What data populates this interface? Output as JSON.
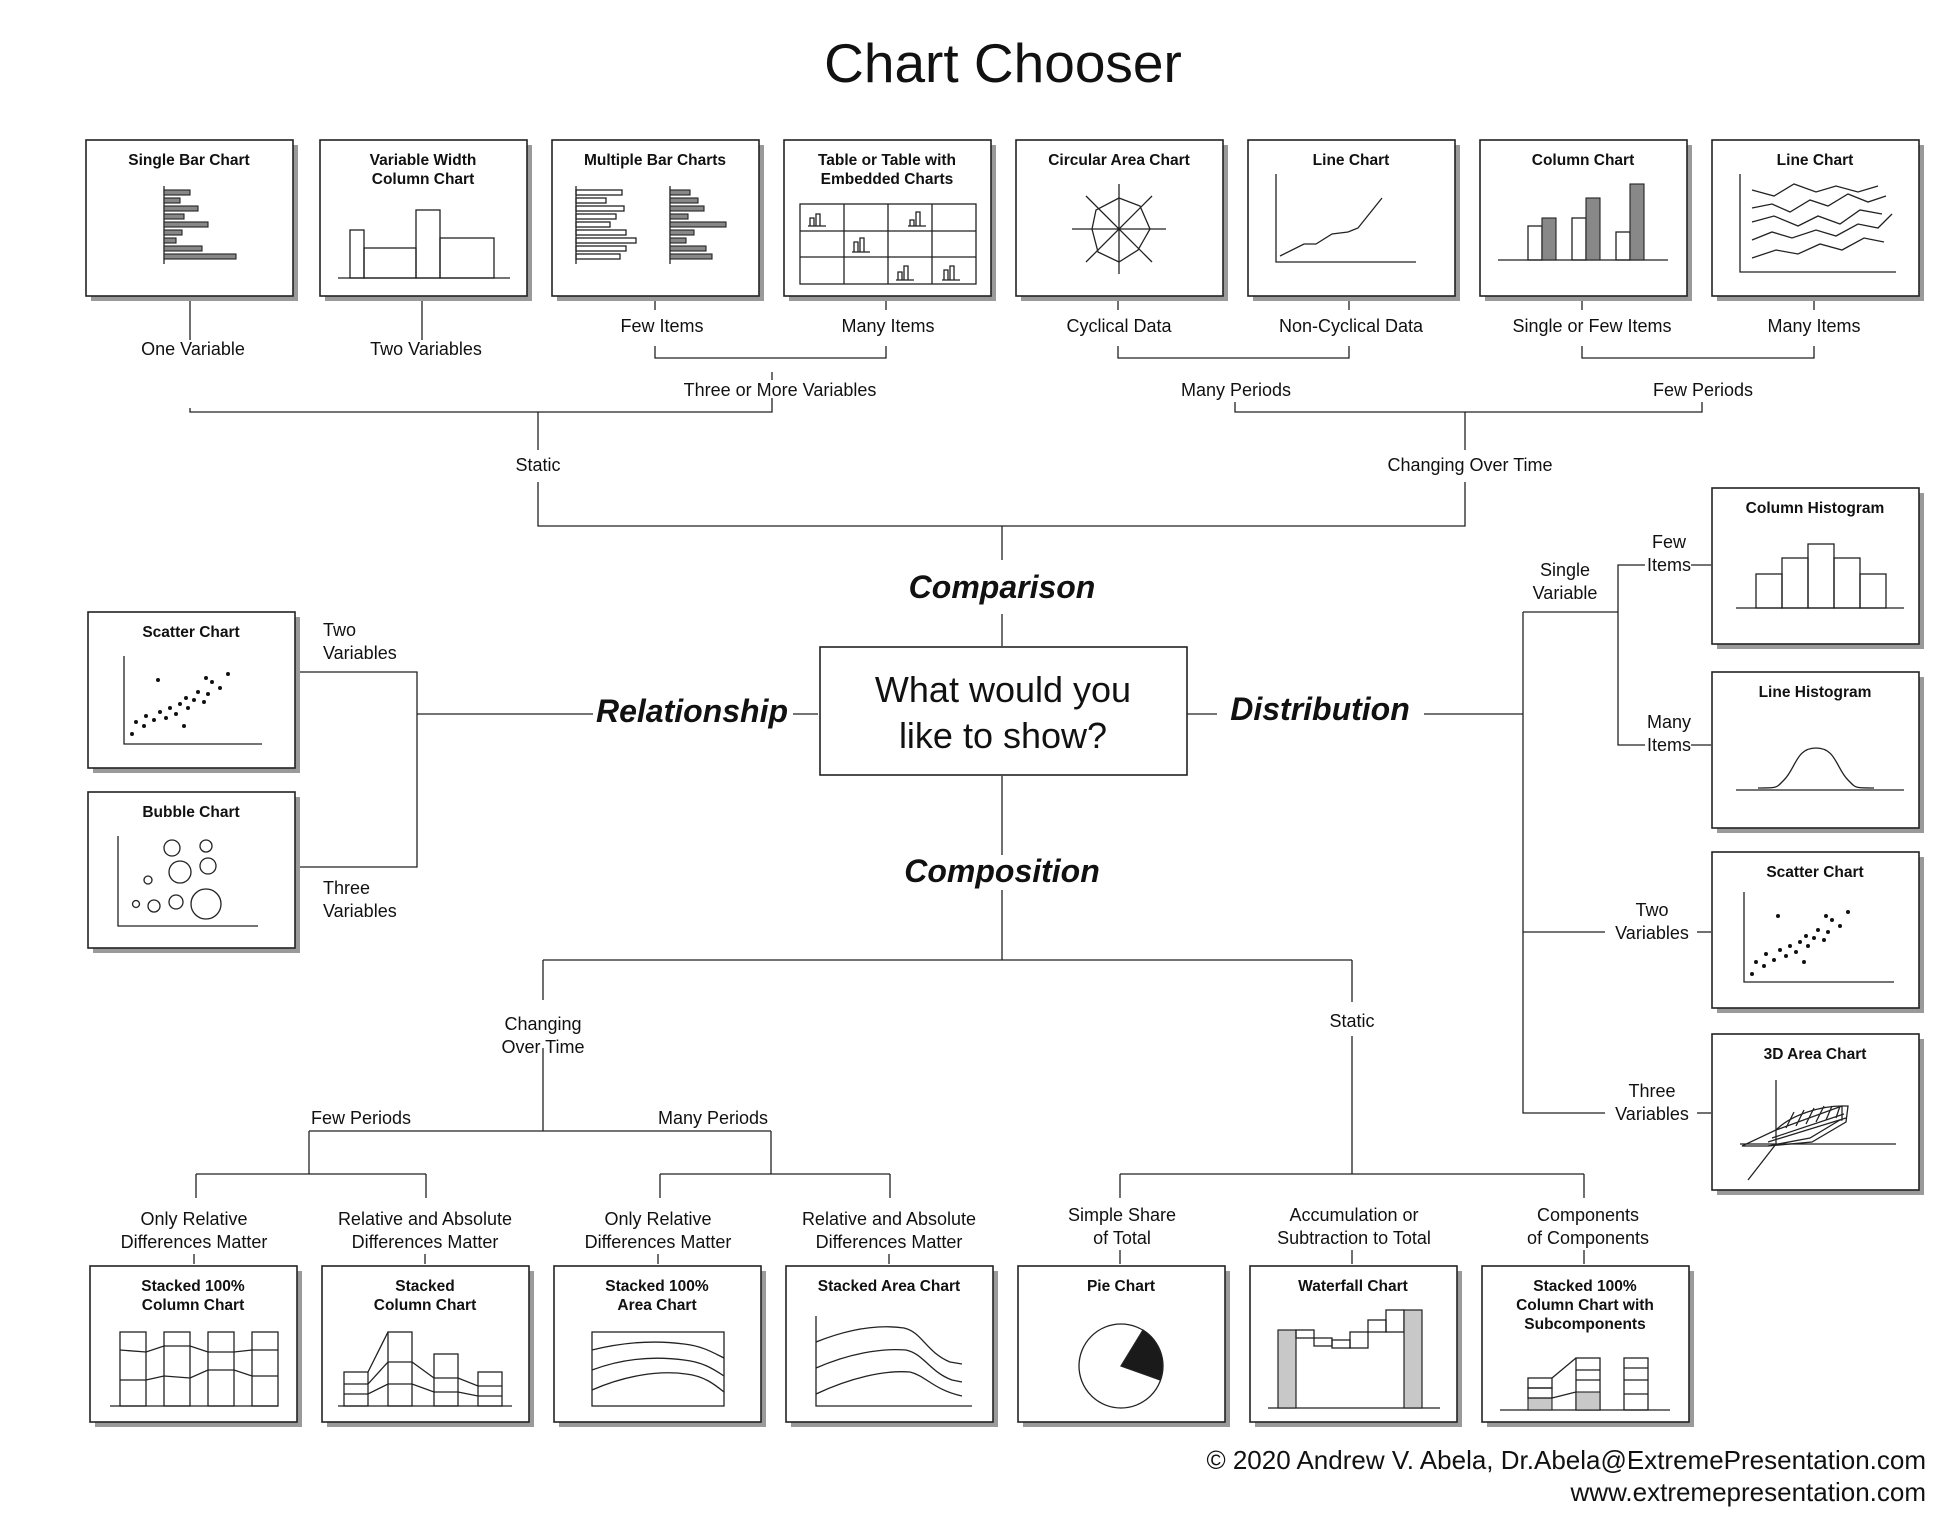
{
  "title": "Chart Chooser",
  "question": [
    "What would you",
    "like to show?"
  ],
  "categories": {
    "comparison": "Comparison",
    "relationship": "Relationship",
    "distribution": "Distribution",
    "composition": "Composition"
  },
  "charts": {
    "single_bar": [
      "Single Bar Chart"
    ],
    "variable_width": [
      "Variable Width",
      "Column Chart"
    ],
    "multiple_bar": [
      "Multiple Bar Charts"
    ],
    "table_embedded": [
      "Table or Table with",
      "Embedded Charts"
    ],
    "circular_area": [
      "Circular Area Chart"
    ],
    "line_1": [
      "Line Chart"
    ],
    "column": [
      "Column Chart"
    ],
    "line_2": [
      "Line Chart"
    ],
    "scatter_rel": [
      "Scatter Chart"
    ],
    "bubble": [
      "Bubble Chart"
    ],
    "column_histogram": [
      "Column Histogram"
    ],
    "line_histogram": [
      "Line Histogram"
    ],
    "scatter_dist": [
      "Scatter Chart"
    ],
    "area_3d": [
      "3D Area Chart"
    ],
    "stacked_100_column": [
      "Stacked 100%",
      "Column Chart"
    ],
    "stacked_column": [
      "Stacked",
      "Column Chart"
    ],
    "stacked_100_area": [
      "Stacked 100%",
      "Area Chart"
    ],
    "stacked_area": [
      "Stacked Area Chart"
    ],
    "pie": [
      "Pie Chart"
    ],
    "waterfall": [
      "Waterfall Chart"
    ],
    "stacked_subcomponents": [
      "Stacked 100%",
      "Column Chart with",
      "Subcomponents"
    ]
  },
  "labels": {
    "one_variable": "One Variable",
    "two_variables_top": "Two Variables",
    "few_items_top": "Few Items",
    "many_items_top": "Many Items",
    "three_or_more_variables": "Three or More Variables",
    "cyclical_data": "Cyclical Data",
    "non_cyclical_data": "Non-Cyclical Data",
    "single_or_few_items": "Single or Few Items",
    "many_items_top2": "Many Items",
    "many_periods_top": "Many Periods",
    "few_periods_top": "Few Periods",
    "static_top": "Static",
    "changing_over_time_top": "Changing Over Time",
    "rel_two_variables": [
      "Two",
      "Variables"
    ],
    "rel_three_variables": [
      "Three",
      "Variables"
    ],
    "dist_single_variable": [
      "Single",
      "Variable"
    ],
    "dist_few_items": [
      "Few",
      "Items"
    ],
    "dist_many_items": [
      "Many",
      "Items"
    ],
    "dist_two_variables": [
      "Two",
      "Variables"
    ],
    "dist_three_variables": [
      "Three",
      "Variables"
    ],
    "comp_changing_over_time": [
      "Changing",
      "Over Time"
    ],
    "comp_static": "Static",
    "comp_few_periods": "Few Periods",
    "comp_many_periods": "Many Periods",
    "only_relative_1": [
      "Only Relative",
      "Differences Matter"
    ],
    "relative_absolute_1": [
      "Relative and Absolute",
      "Differences Matter"
    ],
    "only_relative_2": [
      "Only Relative",
      "Differences Matter"
    ],
    "relative_absolute_2": [
      "Relative and Absolute",
      "Differences Matter"
    ],
    "simple_share": [
      "Simple Share",
      "of Total"
    ],
    "accumulation": [
      "Accumulation or",
      "Subtraction to Total"
    ],
    "components": [
      "Components",
      "of Components"
    ]
  },
  "footer": {
    "copyright": "© 2020  Andrew V. Abela, Dr.Abela@ExtremePresentation.com",
    "website": "www.extremepresentation.com"
  }
}
